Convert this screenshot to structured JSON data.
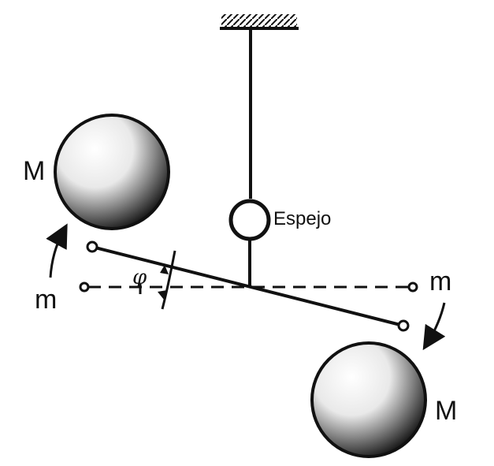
{
  "labels": {
    "mass_large_left": "M",
    "mass_large_right": "M",
    "mass_small_left": "m",
    "mass_small_right": "m",
    "mirror": "Espejo",
    "angle": "φ"
  },
  "colors": {
    "ink": "#111111",
    "paper": "#ffffff"
  }
}
